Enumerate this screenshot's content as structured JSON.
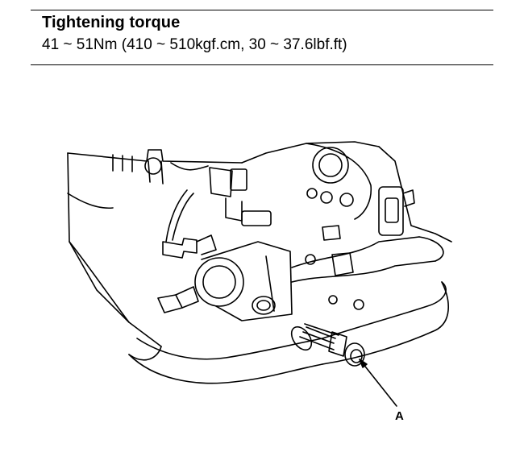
{
  "spec": {
    "heading": "Tightening torque",
    "value": "41 ~ 51Nm (410 ~ 510kgf.cm, 30 ~ 37.6lbf.ft)"
  },
  "figure": {
    "callout_label": "A",
    "subject": "engine-bolt-illustration"
  }
}
